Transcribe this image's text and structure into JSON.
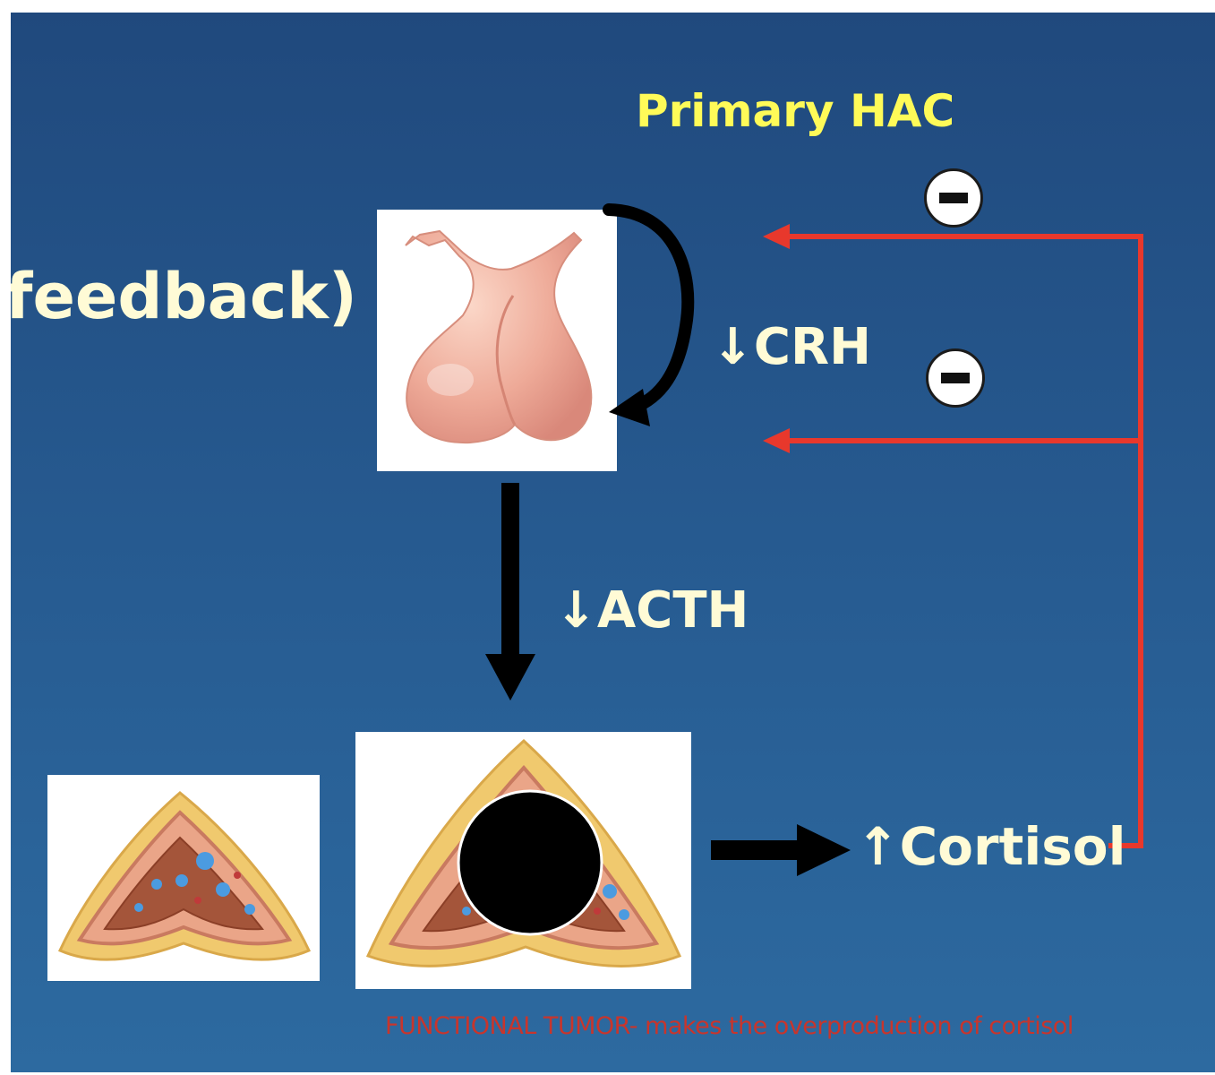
{
  "title": "Primary HAC",
  "feedback_label": "feedback)",
  "crh_label": "↓CRH",
  "acth_label": "↓ACTH",
  "cortisol_label": "↑Cortisol",
  "footnote": "FUNCTIONAL TUMOR- makes the overproduction of cortisol",
  "colors": {
    "background": "#245b92",
    "title": "#fffb58",
    "label": "#fffbd6",
    "feedback_line": "#e8382c",
    "footnote": "#c8352c"
  },
  "icons": [
    "pituitary-gland",
    "adrenal-gland",
    "adrenal-tumor",
    "negative-feedback-sign"
  ]
}
